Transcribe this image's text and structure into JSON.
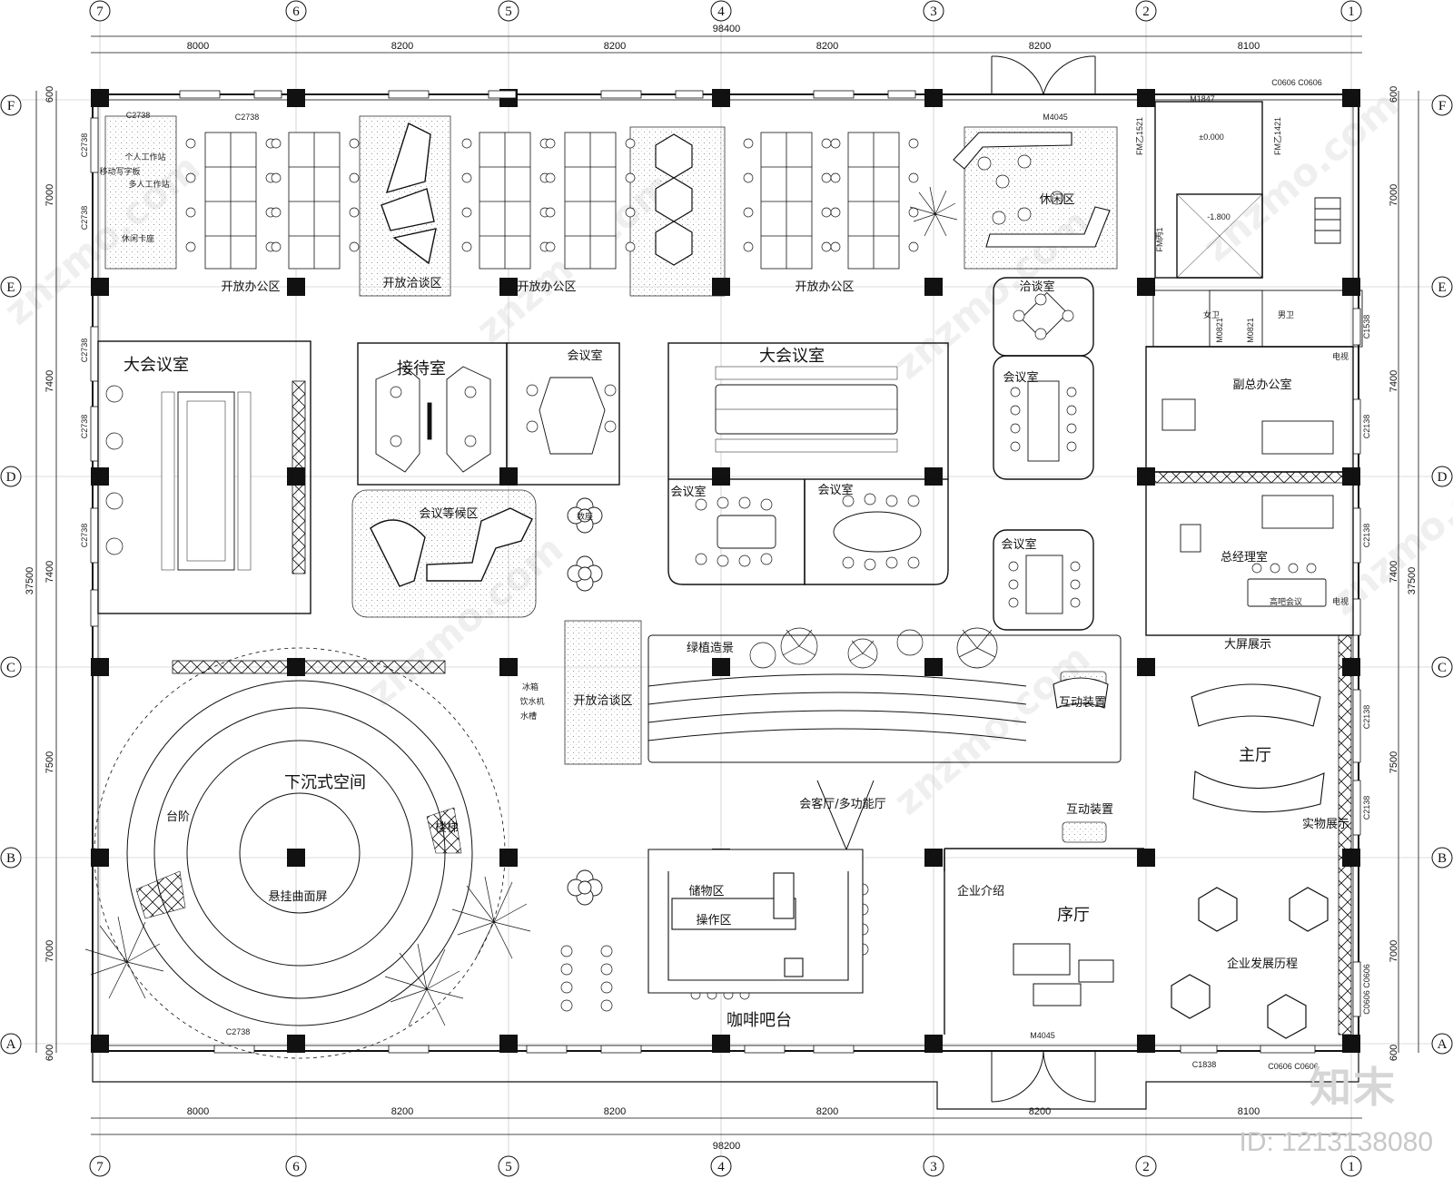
{
  "plan": {
    "axis_labels": {
      "vertical": [
        "7",
        "6",
        "5",
        "4",
        "3",
        "2",
        "1"
      ],
      "horizontal": [
        "F",
        "E",
        "D",
        "C",
        "B",
        "A"
      ]
    },
    "dimensions": {
      "top_total": "98400",
      "bottom_total": "98200",
      "top_spans": [
        "8000",
        "8200",
        "8200",
        "8200",
        "8200",
        "8100"
      ],
      "bottom_spans": [
        "8000",
        "8200",
        "8200",
        "8200",
        "8200",
        "8100"
      ],
      "side_total": "37500",
      "left_spans": [
        "600",
        "7000",
        "7400",
        "7400",
        "7500",
        "7000",
        "600"
      ],
      "right_spans": [
        "600",
        "7000",
        "7400",
        "7400",
        "7500",
        "7000",
        "600"
      ]
    },
    "rooms": {
      "open_office_1": "开放办公区",
      "open_talk_1": "开放洽谈区",
      "open_office_2": "开放办公区",
      "open_office_3": "开放办公区",
      "leisure": "休闲区",
      "negotiation": "洽谈室",
      "big_meeting_1": "大会议室",
      "reception": "接待室",
      "meeting_small_1": "会议室",
      "big_meeting_2": "大会议室",
      "meeting_small_2": "会议室",
      "vice_office": "副总办公室",
      "waiting": "会议等候区",
      "meeting_small_3": "会议室",
      "meeting_small_4": "会议室",
      "meeting_small_5": "会议室",
      "gm_office": "总经理室",
      "green_view": "绿植造景",
      "interactive_1": "互动装置",
      "big_screen": "大屏展示",
      "open_talk_2": "开放洽谈区",
      "sunken": "下沉式空间",
      "steps": "台阶",
      "stairs": "楼梯",
      "main_hall": "主厅",
      "living_multi": "会客厅/多功能厅",
      "interactive_2": "互动装置",
      "physical_display": "实物展示",
      "hanging_screen": "悬挂曲面屏",
      "storage": "储物区",
      "operation": "操作区",
      "company_intro": "企业介绍",
      "foyer": "序厅",
      "history": "企业发展历程",
      "cafe_bar": "咖啡吧台"
    },
    "small_labels": {
      "personal_ws": "个人工作站",
      "mobile_board": "移动写字板",
      "multi_ws": "多人工作站",
      "booth": "休闲卡座",
      "fridge": "冰箱",
      "water_dispenser": "饮水机",
      "water_bar": "水槽",
      "tv_1": "电视",
      "tv_2": "电视",
      "bar_meeting": "高吧会议",
      "male": "男卫",
      "female": "女卫",
      "elev_level_1": "±0.000",
      "elev_level_2": "-1.800",
      "negotiate_table": "数座"
    },
    "codes": {
      "door_m4045_top": "M4045",
      "door_m4045_bottom": "M4045",
      "door_m1847": "M1847",
      "window_c0606_top": "C0606 C0606",
      "window_c2738_top1": "C2738",
      "window_c2738_top2": "C2738",
      "window_c2738_bottom": "C2738",
      "window_c1838": "C1838",
      "window_c0606_bottom": "C0606 C0606",
      "fm_1": "FM乙1521",
      "fm_2": "FM乙1421",
      "fm_3": "FM丙1",
      "m0821_a": "M0821",
      "m0821_b": "M0821",
      "c1538": "C1538",
      "c2138_a": "C2138",
      "c2138_b": "C2138",
      "c2138_c": "C2138",
      "c2138_d": "C2138",
      "c0606_right": "C0606 C0606",
      "c2738_left1": "C2738",
      "c2738_left2": "C2738",
      "c2738_left3": "C2738",
      "c2738_left4": "C2738",
      "c2738_left5": "C2738"
    }
  },
  "watermark": {
    "site": "znzmo.com",
    "logo": "知末",
    "image_id": "ID: 1213138080"
  }
}
